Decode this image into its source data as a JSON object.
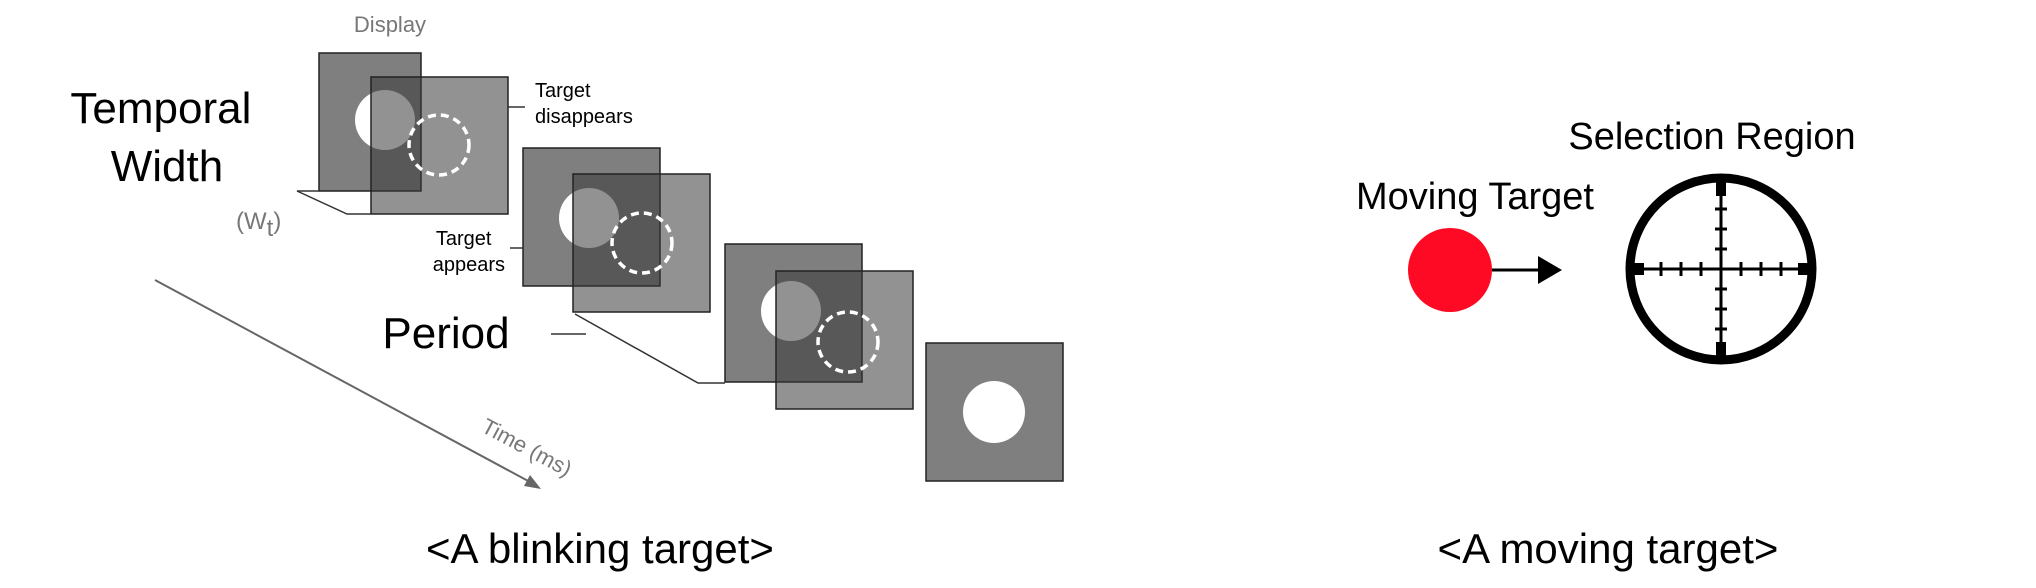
{
  "blinking": {
    "display_label": "Display",
    "temporal_width_line1": "Temporal",
    "temporal_width_line2": "Width",
    "wt_symbol": "(W",
    "wt_subscript": "t",
    "wt_close": ")",
    "target_disappears_line1": "Target",
    "target_disappears_line2": "disappears",
    "target_appears_line1": "Target",
    "target_appears_line2": "appears",
    "period_label": "Period",
    "time_label": "Time (ms)",
    "caption": "<A blinking target>"
  },
  "moving": {
    "selection_region_label": "Selection Region",
    "moving_target_label": "Moving Target",
    "caption": "<A moving target>",
    "target_color": "#ff0a24"
  },
  "colors": {
    "display_light": "#7f7f7f",
    "display_dark": "#383838",
    "display_border": "#222222",
    "label_gray": "#777777"
  }
}
